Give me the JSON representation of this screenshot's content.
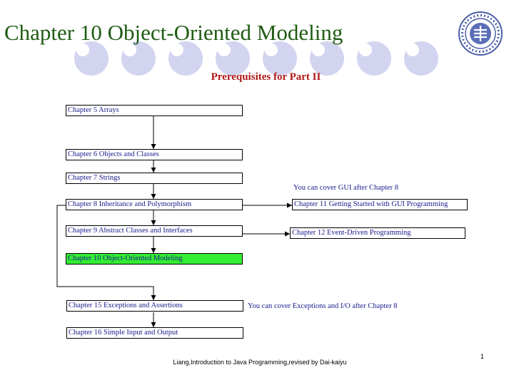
{
  "slide": {
    "title": "Chapter 10 Object-Oriented Modeling"
  },
  "diagram": {
    "title": "Prerequisites for Part II",
    "boxes": [
      "Chapter 5 Arrays",
      "Chapter 6 Objects and Classes",
      "Chapter 7 Strings",
      "Chapter 8 Inheritance and Polymorphism",
      "Chapter 9 Abstract Classes and Interfaces",
      "Chapter 10 Object-Oriented Modeling",
      "Chapter 15 Exceptions and Assertions",
      "Chapter 16 Simple Input and Output",
      "Chapter 11 Getting Started with GUI Programming",
      "Chapter 12 Event-Driven Programming"
    ],
    "notes": {
      "gui": "You can cover GUI after Chapter 8",
      "exceptions": "You can cover Exceptions and I/O after Chapter 8"
    },
    "highlight_color": "#33ee33"
  },
  "footer": {
    "text": "Liang,Introduction to Java Programming,revised by Dai-kaiyu",
    "page": "1"
  }
}
